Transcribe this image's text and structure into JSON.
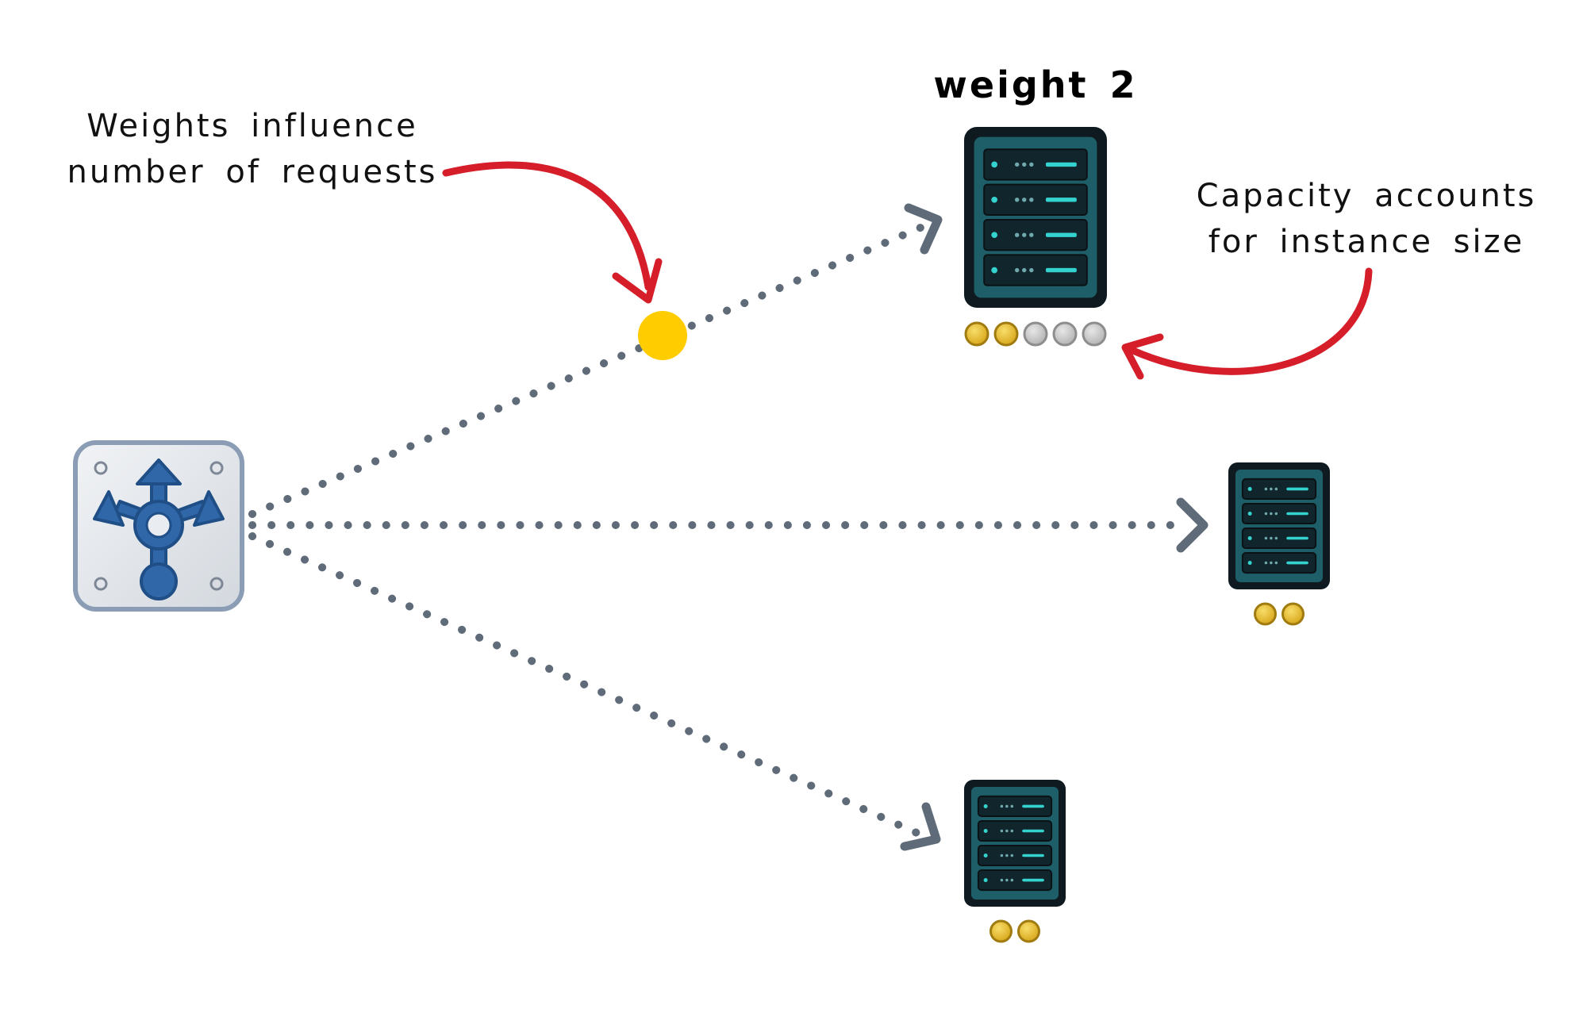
{
  "annotations": {
    "weights_line1": "Weights influence",
    "weights_line2": "number of requests",
    "capacity_line1": "Capacity accounts",
    "capacity_line2": "for instance size",
    "server_weight_label": "weight 2"
  },
  "colors": {
    "connector": "#5f6b78",
    "annotation_arrow": "#d51e2a",
    "request_dot": "#ffcc00",
    "server_body": "#1d5e68",
    "server_frame": "#0e1a1f",
    "server_led": "#35d3d0",
    "capacity_used": "#e8b929",
    "capacity_free": "#c9c9c9",
    "balancer_tile": "#dfe3e8",
    "balancer_icon": "#2f67a8"
  },
  "icons": {
    "load_balancer": "load-balancer-icon",
    "server": "server-rack-icon",
    "capacity_token": "coin-icon"
  },
  "servers": [
    {
      "id": "top",
      "capacity_used": 2,
      "capacity_total": 5
    },
    {
      "id": "middle",
      "capacity_used": 2,
      "capacity_total": 2
    },
    {
      "id": "bottom",
      "capacity_used": 2,
      "capacity_total": 2
    }
  ]
}
